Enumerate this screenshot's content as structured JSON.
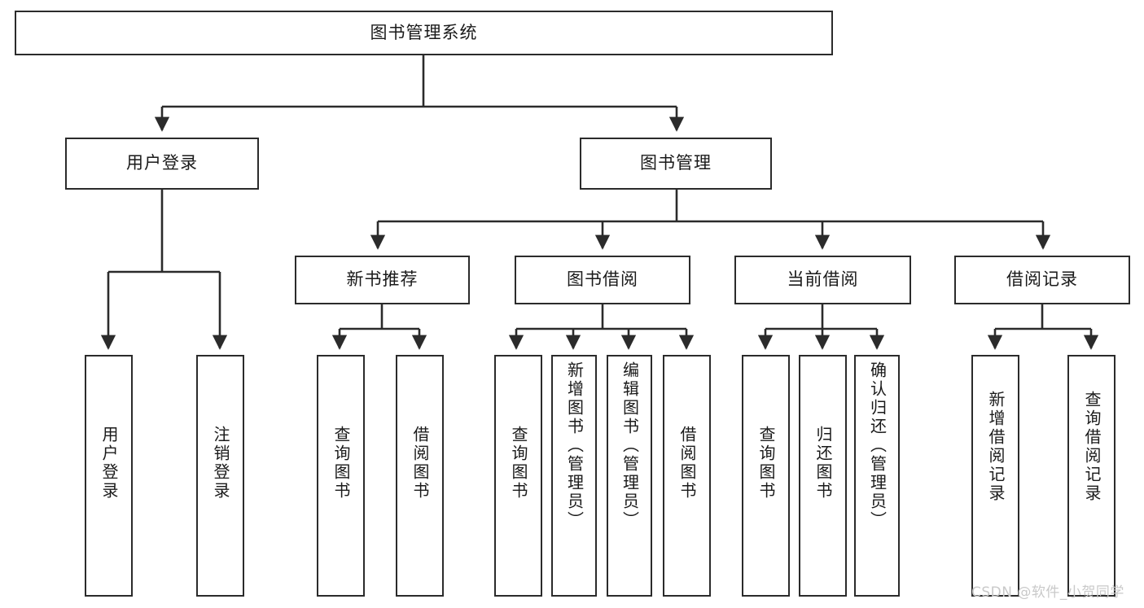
{
  "diagram": {
    "title": "图书管理系统",
    "type": "tree-hierarchy",
    "root": {
      "label": "图书管理系统"
    },
    "level2": [
      {
        "label": "用户登录"
      },
      {
        "label": "图书管理"
      }
    ],
    "level3": [
      {
        "label": "新书推荐"
      },
      {
        "label": "图书借阅"
      },
      {
        "label": "当前借阅"
      },
      {
        "label": "借阅记录"
      }
    ],
    "leaves": {
      "user_login": [
        {
          "label": "用户登录"
        },
        {
          "label": "注销登录"
        }
      ],
      "new_book_recommend": [
        {
          "label": "查询图书"
        },
        {
          "label": "借阅图书"
        }
      ],
      "book_borrow": [
        {
          "label": "查询图书"
        },
        {
          "label": "新增图书（管理员）"
        },
        {
          "label": "编辑图书（管理员）"
        },
        {
          "label": "借阅图书"
        }
      ],
      "current_borrow": [
        {
          "label": "查询图书"
        },
        {
          "label": "归还图书"
        },
        {
          "label": "确认归还（管理员）"
        }
      ],
      "borrow_record": [
        {
          "label": "新增借阅记录"
        },
        {
          "label": "查询借阅记录"
        }
      ]
    },
    "watermark": "CSDN @软件_小贺同学",
    "colors": {
      "stroke": "#2b2b2b",
      "fill": "#ffffff",
      "text": "#1a1a1a",
      "watermark": "#c9c9c9"
    }
  }
}
